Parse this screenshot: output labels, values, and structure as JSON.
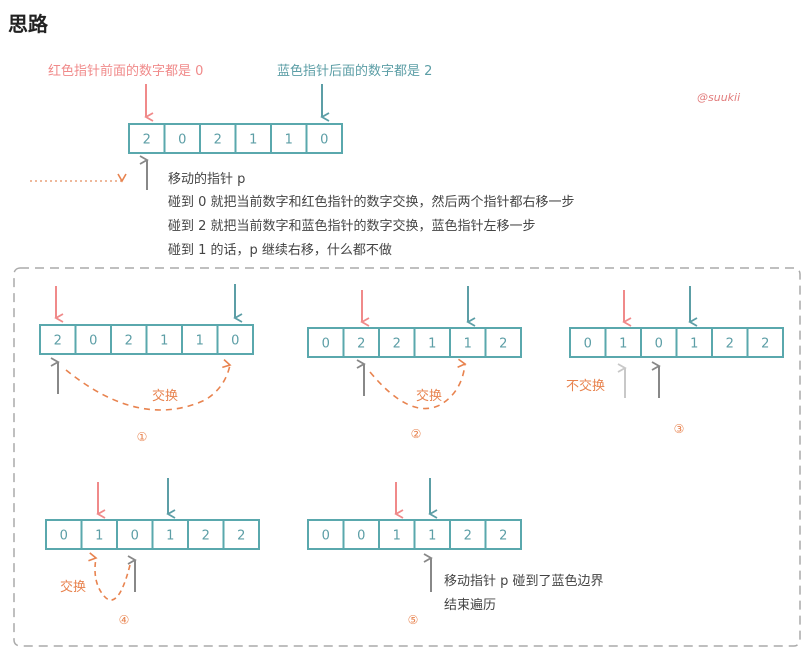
{
  "heading": "思路",
  "watermark": "@suukii",
  "colors": {
    "red": "#f08a8a",
    "blue": "#5c9ea6",
    "box": "#5aa8ad",
    "gray": "#888888",
    "light_gray": "#c8c8c8",
    "orange": "#e8834f",
    "text": "#444444"
  },
  "top": {
    "red_label": "红色指针前面的数字都是 0",
    "blue_label": "蓝色指针后面的数字都是 2",
    "array": [
      "2",
      "0",
      "2",
      "1",
      "1",
      "0"
    ],
    "legend": {
      "pointer": "移动的指针 p",
      "rule0": "碰到 0 就把当前数字和红色指针的数字交换，然后两个指针都右移一步",
      "rule2": "碰到 2 就把当前数字和蓝色指针的数字交换，蓝色指针左移一步",
      "rule1": "碰到 1 的话，p 继续右移，什么都不做"
    }
  },
  "steps": [
    {
      "id": "step-1",
      "marker": "①",
      "array": [
        "2",
        "0",
        "2",
        "1",
        "1",
        "0"
      ],
      "swap_label": "交换"
    },
    {
      "id": "step-2",
      "marker": "②",
      "array": [
        "0",
        "2",
        "2",
        "1",
        "1",
        "2"
      ],
      "swap_label": "交换"
    },
    {
      "id": "step-3",
      "marker": "③",
      "array": [
        "0",
        "1",
        "0",
        "1",
        "2",
        "2"
      ],
      "swap_label": "不交换"
    },
    {
      "id": "step-4",
      "marker": "④",
      "array": [
        "0",
        "1",
        "0",
        "1",
        "2",
        "2"
      ],
      "swap_label": "交换"
    },
    {
      "id": "step-5",
      "marker": "⑤",
      "array": [
        "0",
        "0",
        "1",
        "1",
        "2",
        "2"
      ],
      "note_line1": "移动指针 p 碰到了蓝色边界",
      "note_line2": "结束遍历"
    }
  ]
}
